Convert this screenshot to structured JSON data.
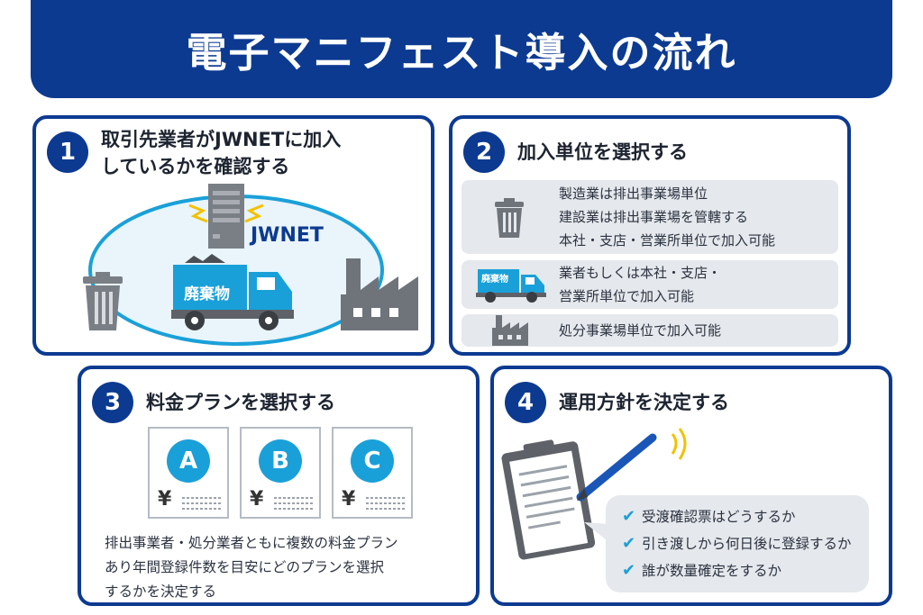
{
  "header": {
    "title": "電子マニフェスト導入の流れ"
  },
  "steps": [
    {
      "number": "1",
      "title_lines": [
        "取引先業者がJWNETに加入",
        "しているかを確認する"
      ],
      "illustration": {
        "server_label": "JWNET",
        "truck_label": "廃棄物"
      }
    },
    {
      "number": "2",
      "title": "加入単位を選択する",
      "rows": [
        {
          "icon": "trash-can-icon",
          "lines": [
            "製造業は排出事業場単位",
            "建設業は排出事業場を管轄する",
            "本社・支店・営業所単位で加入可能"
          ]
        },
        {
          "icon": "truck-icon",
          "icon_label": "廃棄物",
          "lines": [
            "業者もしくは本社・支店・",
            "営業所単位で加入可能"
          ]
        },
        {
          "icon": "factory-icon",
          "lines": [
            "処分事業場単位で加入可能"
          ]
        }
      ]
    },
    {
      "number": "3",
      "title": "料金プランを選択する",
      "plans": [
        {
          "label": "A",
          "currency": "¥"
        },
        {
          "label": "B",
          "currency": "¥"
        },
        {
          "label": "C",
          "currency": "¥"
        }
      ],
      "description_lines": [
        "排出事業者・処分業者ともに複数の料金プラン",
        "あり年間登録件数を目安にどのプランを選択",
        "するかを決定する"
      ]
    },
    {
      "number": "4",
      "title": "運用方針を決定する",
      "check_mark": "✔",
      "checklist": [
        "受渡確認票はどうするか",
        "引き渡しから何日後に登録するか",
        "誰が数量確定をするか"
      ]
    }
  ],
  "colors": {
    "navy": "#0c3a91",
    "accent_blue": "#1aa0d8",
    "gray_panel": "#e5e8ec",
    "icon_gray": "#6f747b"
  }
}
